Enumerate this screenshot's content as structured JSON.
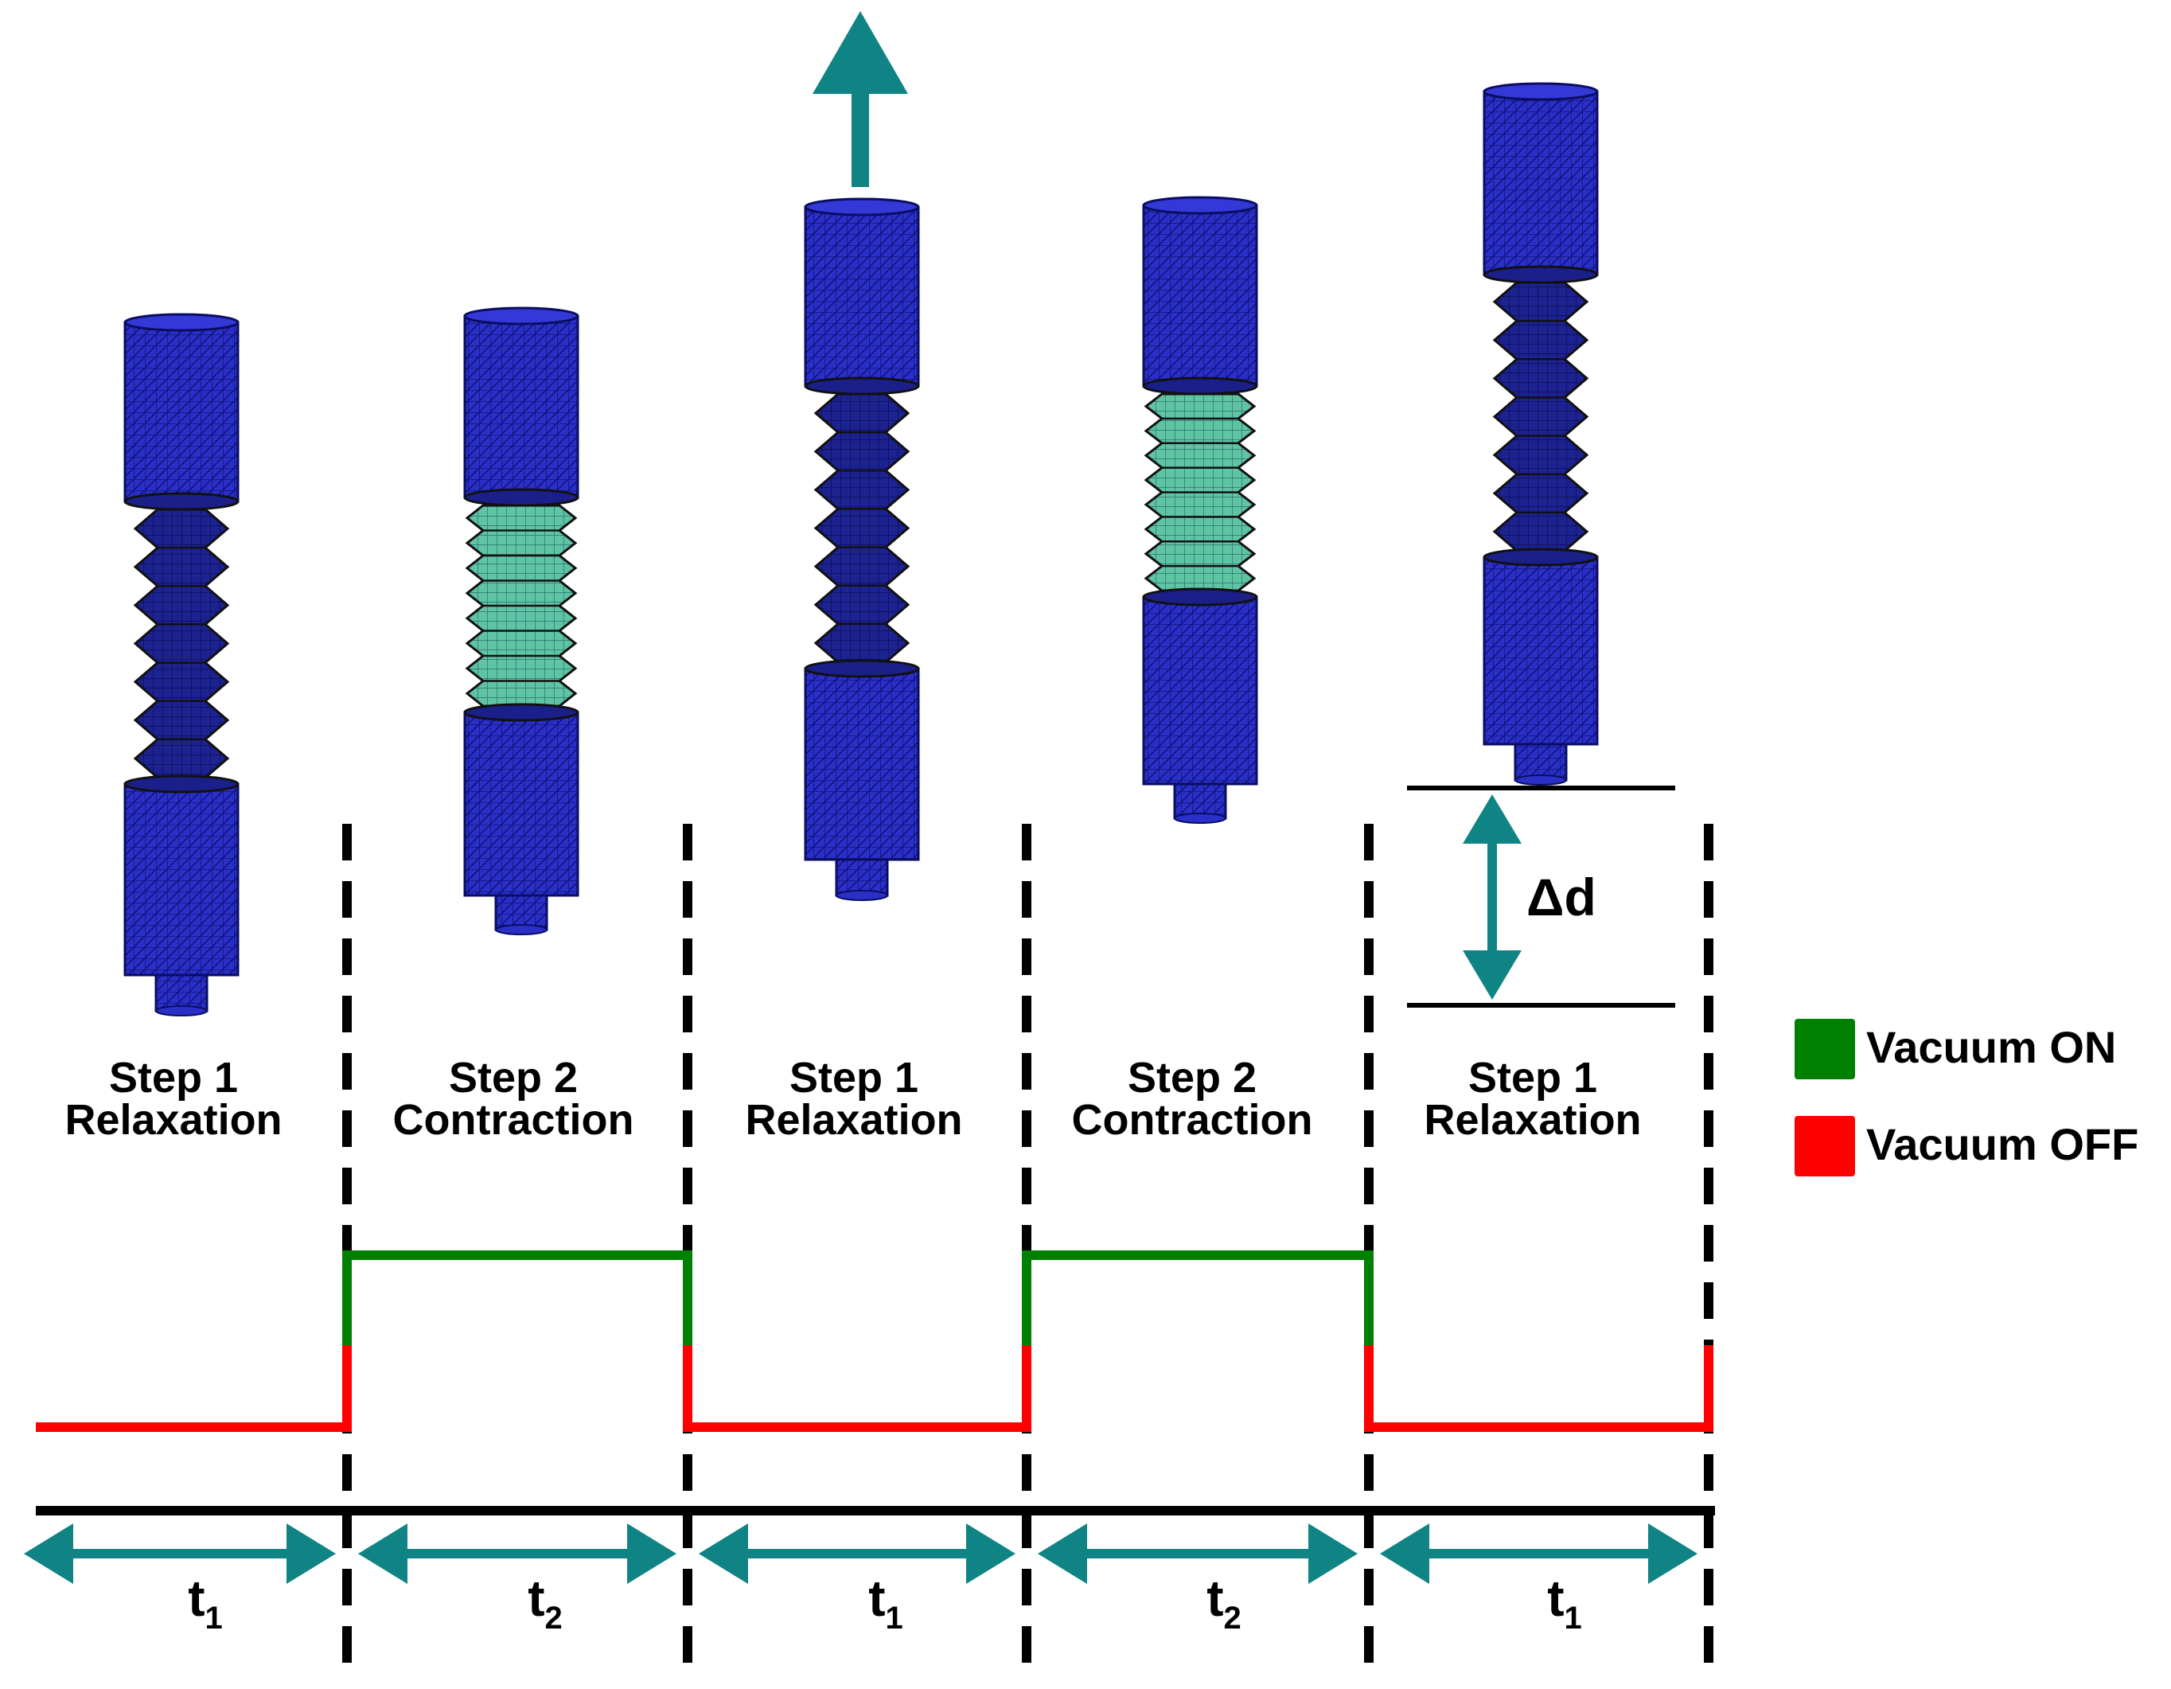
{
  "colors": {
    "actuator": "#2a2fc8",
    "actuator_mesh": "#1a1f9a",
    "bellows_relaxed": "#1c2290",
    "bellows_contracted": "#5fc4a4",
    "vacuum_on": "#008000",
    "vacuum_off": "#ff0000",
    "arrow": "#108484",
    "line": "#000000"
  },
  "steps": [
    {
      "step": "Step 1",
      "phase": "Relaxation",
      "time_symbol": "t",
      "time_index": "1",
      "vacuum": "off"
    },
    {
      "step": "Step 2",
      "phase": "Contraction",
      "time_symbol": "t",
      "time_index": "2",
      "vacuum": "on"
    },
    {
      "step": "Step 1",
      "phase": "Relaxation",
      "time_symbol": "t",
      "time_index": "1",
      "vacuum": "off"
    },
    {
      "step": "Step 2",
      "phase": "Contraction",
      "time_symbol": "t",
      "time_index": "2",
      "vacuum": "on"
    },
    {
      "step": "Step 1",
      "phase": "Relaxation",
      "time_symbol": "t",
      "time_index": "1",
      "vacuum": "off"
    }
  ],
  "legend": [
    {
      "label": "Vacuum ON",
      "color": "#008000"
    },
    {
      "label": "Vacuum OFF",
      "color": "#ff0000"
    }
  ],
  "displacement_label": "Δd",
  "motion_arrow_icon": "up-arrow-icon",
  "time_arrow_icon": "double-headed-arrow-icon"
}
